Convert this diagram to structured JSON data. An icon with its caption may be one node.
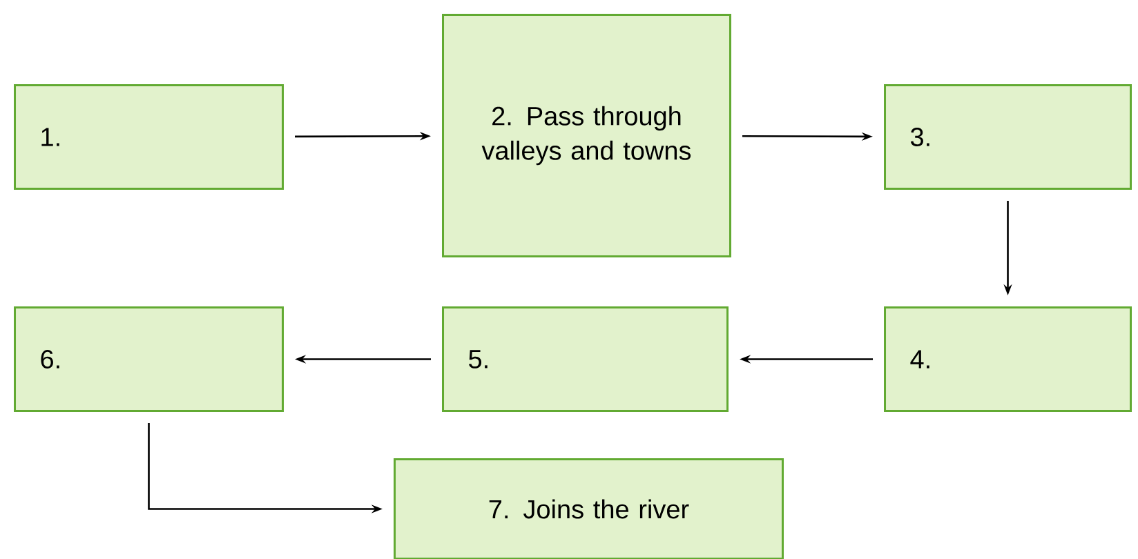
{
  "diagram": {
    "nodes": [
      {
        "text": [
          "1."
        ]
      },
      {
        "text": [
          "2. Pass through valleys and towns"
        ]
      },
      {
        "text": [
          "3."
        ]
      },
      {
        "text": [
          "4."
        ]
      },
      {
        "text": [
          "5."
        ]
      },
      {
        "text": [
          "6."
        ]
      },
      {
        "text": [
          "7. Joins the river"
        ]
      }
    ],
    "edges": [
      {
        "from": 0,
        "to": 1,
        "arrow": "to"
      },
      {
        "from": 1,
        "to": 2,
        "arrow": "to"
      },
      {
        "from": 2,
        "to": 3,
        "arrow": "to"
      },
      {
        "from": 3,
        "to": 4,
        "arrow": "to"
      },
      {
        "from": 4,
        "to": 5,
        "arrow": "to"
      },
      {
        "from": 5,
        "to": 6,
        "arrow": "to"
      }
    ]
  }
}
